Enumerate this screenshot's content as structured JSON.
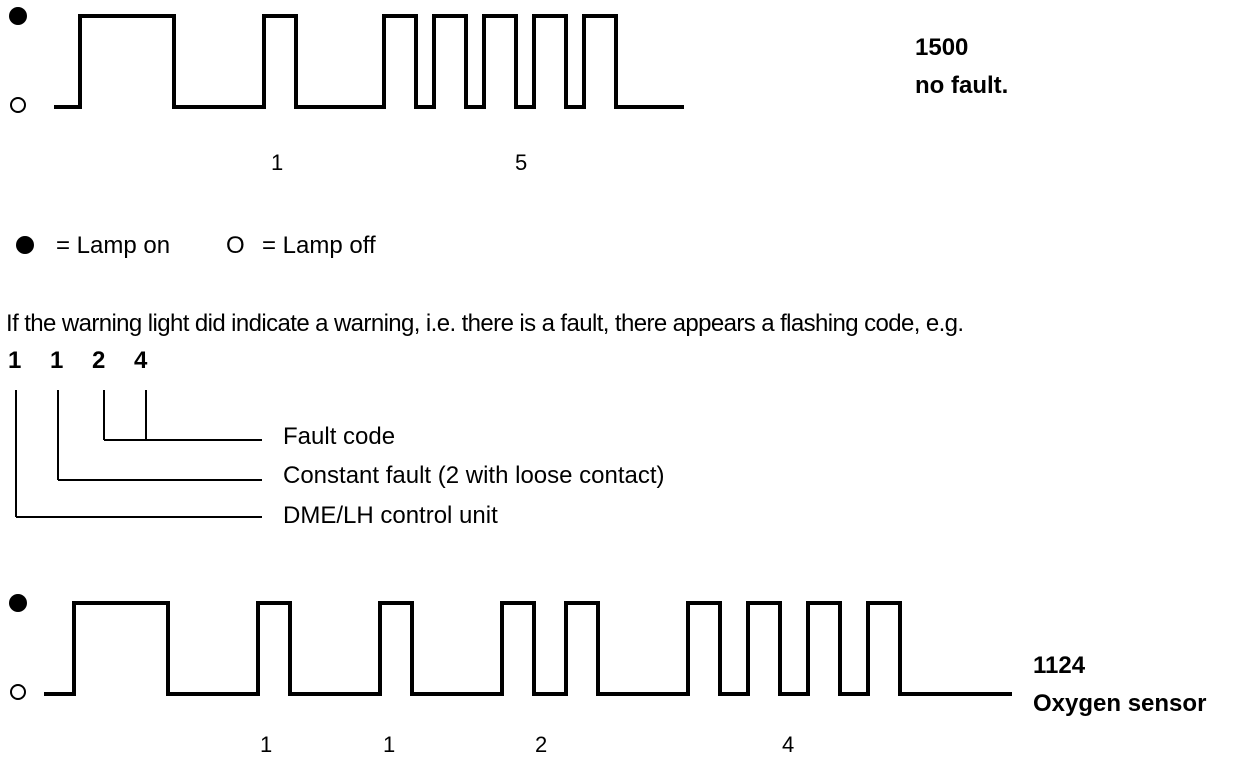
{
  "top_diagram": {
    "code": "1500",
    "description": "no fault.",
    "digit_labels": [
      "1",
      "5"
    ],
    "segments": [
      {
        "level": 0,
        "len": 26
      },
      {
        "level": 1,
        "len": 94
      },
      {
        "level": 0,
        "len": 90
      },
      {
        "level": 1,
        "len": 32
      },
      {
        "level": 0,
        "len": 88
      },
      {
        "level": 1,
        "len": 32
      },
      {
        "level": 0,
        "len": 18
      },
      {
        "level": 1,
        "len": 32
      },
      {
        "level": 0,
        "len": 18
      },
      {
        "level": 1,
        "len": 32
      },
      {
        "level": 0,
        "len": 18
      },
      {
        "level": 1,
        "len": 32
      },
      {
        "level": 0,
        "len": 18
      },
      {
        "level": 1,
        "len": 32
      },
      {
        "level": 0,
        "len": 68
      }
    ]
  },
  "legend": {
    "on_label": "= Lamp on",
    "off_symbol": "O",
    "off_label": "= Lamp off"
  },
  "explanation": "If the warning light did indicate a warning, i.e. there is a fault, there appears a flashing code, e.g.",
  "code_breakdown": {
    "digits": [
      "1",
      "1",
      "2",
      "4"
    ],
    "labels": {
      "fault_code": "Fault code",
      "constant_fault": "Constant fault (2 with loose contact)",
      "control_unit": "DME/LH control unit"
    }
  },
  "bottom_diagram": {
    "code": "1124",
    "description": "Oxygen sensor",
    "digit_labels": [
      "1",
      "1",
      "2",
      "4"
    ],
    "segments": [
      {
        "level": 0,
        "len": 30
      },
      {
        "level": 1,
        "len": 94
      },
      {
        "level": 0,
        "len": 90
      },
      {
        "level": 1,
        "len": 32
      },
      {
        "level": 0,
        "len": 90
      },
      {
        "level": 1,
        "len": 32
      },
      {
        "level": 0,
        "len": 90
      },
      {
        "level": 1,
        "len": 32
      },
      {
        "level": 0,
        "len": 32
      },
      {
        "level": 1,
        "len": 32
      },
      {
        "level": 0,
        "len": 90
      },
      {
        "level": 1,
        "len": 32
      },
      {
        "level": 0,
        "len": 28
      },
      {
        "level": 1,
        "len": 32
      },
      {
        "level": 0,
        "len": 28
      },
      {
        "level": 1,
        "len": 32
      },
      {
        "level": 0,
        "len": 28
      },
      {
        "level": 1,
        "len": 32
      },
      {
        "level": 0,
        "len": 112
      }
    ]
  }
}
